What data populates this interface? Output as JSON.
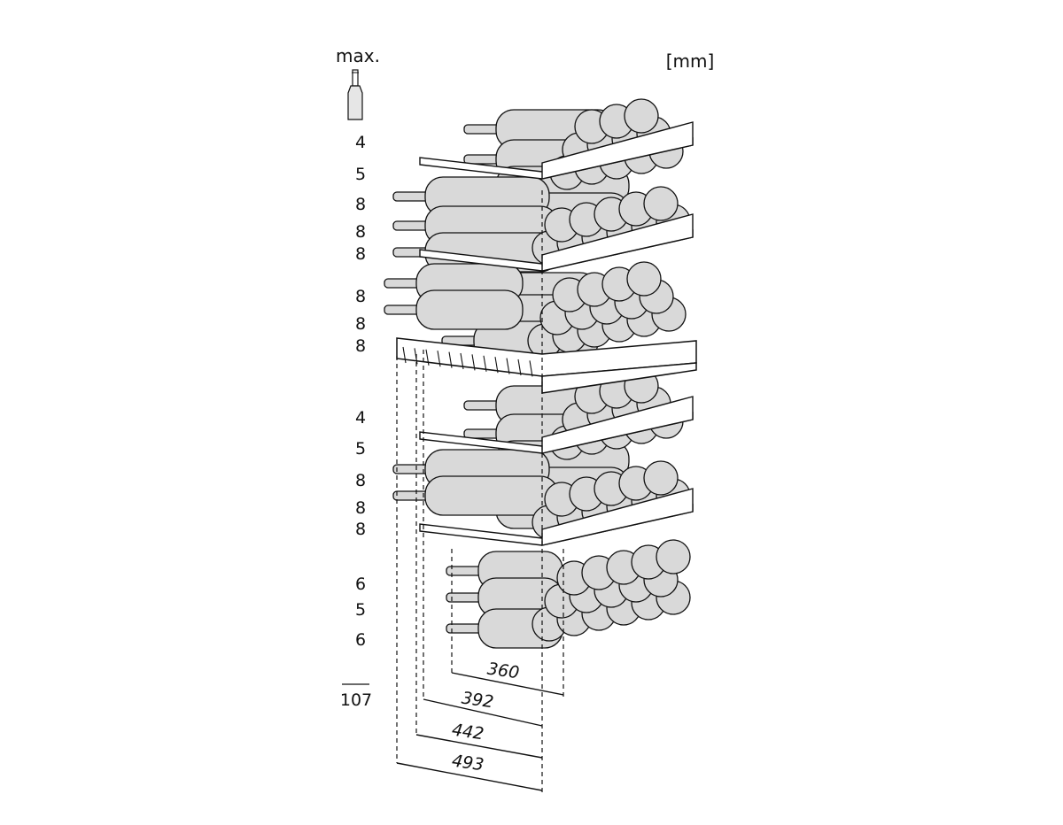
{
  "header": {
    "max_label": "max.",
    "unit_label": "[mm]"
  },
  "icons": {
    "bottle": "bottle-icon"
  },
  "capacity_column": {
    "counts": [
      "4",
      "5",
      "8",
      "8",
      "8",
      "8",
      "8",
      "8",
      "4",
      "5",
      "8",
      "8",
      "8",
      "6",
      "5",
      "6"
    ],
    "total": "107"
  },
  "dimensions": [
    "360",
    "392",
    "442",
    "493"
  ],
  "colors": {
    "line": "#111111",
    "bottle_fill": "#d9d9d9",
    "shelf_fill": "#ffffff"
  }
}
